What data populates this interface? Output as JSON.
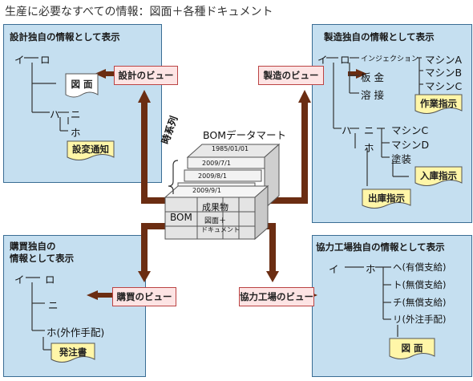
{
  "title": "生産に必要なすべての情報：図面＋各種ドキュメント",
  "center": {
    "mart_title": "BOMデータマート",
    "timeseries": "時系列",
    "dates": [
      "1985/01/01",
      "2009/7/1",
      "2009/8/1",
      "2009/9/1"
    ],
    "bom": "BOM",
    "product": "成果物",
    "docs1": "図面＋",
    "docs2": "ドキュメント"
  },
  "design": {
    "title": "設計独自の情報として表示",
    "view": "設計のビュー",
    "i": "イ",
    "ro": "ロ",
    "zumen": "図 面",
    "ha": "ハ",
    "ni": "ニ",
    "ho": "ホ",
    "doc": "設変通知"
  },
  "mfg": {
    "title": "製造独自の情報として表示",
    "view": "製造のビュー",
    "i": "イ",
    "ro": "ロ",
    "sub1": [
      "インジェクション",
      "板 金",
      "溶 接"
    ],
    "machines1": [
      "マシンA",
      "マシンB",
      "マシンC"
    ],
    "doc1": "作業指示",
    "ha": "ハ",
    "ni": "ニ",
    "ho": "ホ",
    "machines2": [
      "マシンC",
      "マシンD",
      "塗装"
    ],
    "doc2": "入庫指示",
    "doc3": "出庫指示"
  },
  "purchase": {
    "title1": "購買独自の",
    "title2": "情報として表示",
    "view": "購買のビュー",
    "i": "イ",
    "ro": "ロ",
    "ni": "ニ",
    "ho": "ホ(外作手配)",
    "doc": "発注書"
  },
  "partner": {
    "title": "協力工場独自の情報として表示",
    "view": "協力工場のビュー",
    "i": "イ",
    "ho": "ホ",
    "items": [
      "ヘ(有償支給)",
      "ト(無償支給)",
      "チ(無償支給)",
      "リ(外注手配)"
    ],
    "doc": "図 面"
  },
  "colors": {
    "panel": "#c5dff0",
    "arrow": "#6b2d12",
    "doc": "#fff6a8",
    "view": "#fde4e4"
  }
}
